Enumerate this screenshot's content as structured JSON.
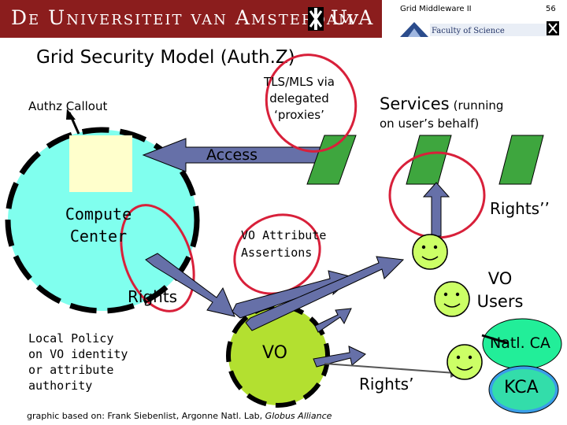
{
  "header": {
    "institution": "De Universiteit van Amsterdam",
    "institution_short": "UvA",
    "course": "Grid Middleware II",
    "page_number": "56",
    "faculty": "Faculty of Science"
  },
  "slide": {
    "title": "Grid Security Model (Auth.Z)",
    "labels": {
      "authz_callout": "Authz Callout",
      "tls_line1": "TLS/MLS via",
      "tls_line2": "delegated",
      "tls_line3": "‘proxies’",
      "services_big": "Services",
      "services_small": "(running",
      "services_line2": "on user’s behalf)",
      "access": "Access",
      "compute_line1": "Compute",
      "compute_line2": "Center",
      "rights_double": "Rights’’",
      "vo_attr_line1": "VO Attribute",
      "vo_attr_line2": "Assertions",
      "vo_users_line1": "VO",
      "vo_users_line2": "Users",
      "rights": "Rights",
      "local_policy_line1": "Local Policy",
      "local_policy_line2": "on VO identity",
      "local_policy_line3": "or attribute",
      "local_policy_line4": "authority",
      "vo": "VO",
      "natl_ca": "Natl. CA",
      "rights_single": "Rights’",
      "kca": "KCA",
      "credit_prefix": "graphic based on: Frank Siebenlist, Argonne Natl. Lab, ",
      "credit_italic": "Globus Alliance"
    }
  },
  "colors": {
    "banner": "#8b1d1d",
    "compute_fill": "#80ffee",
    "callout_box": "#ffffcc",
    "service_green": "#3ea63e",
    "vo_fill": "#b3e030",
    "user_face": "#ccff66",
    "highlight_circle": "#d8203a",
    "arrow_fill": "#6670a8",
    "ca_fill": "#22ee99"
  }
}
